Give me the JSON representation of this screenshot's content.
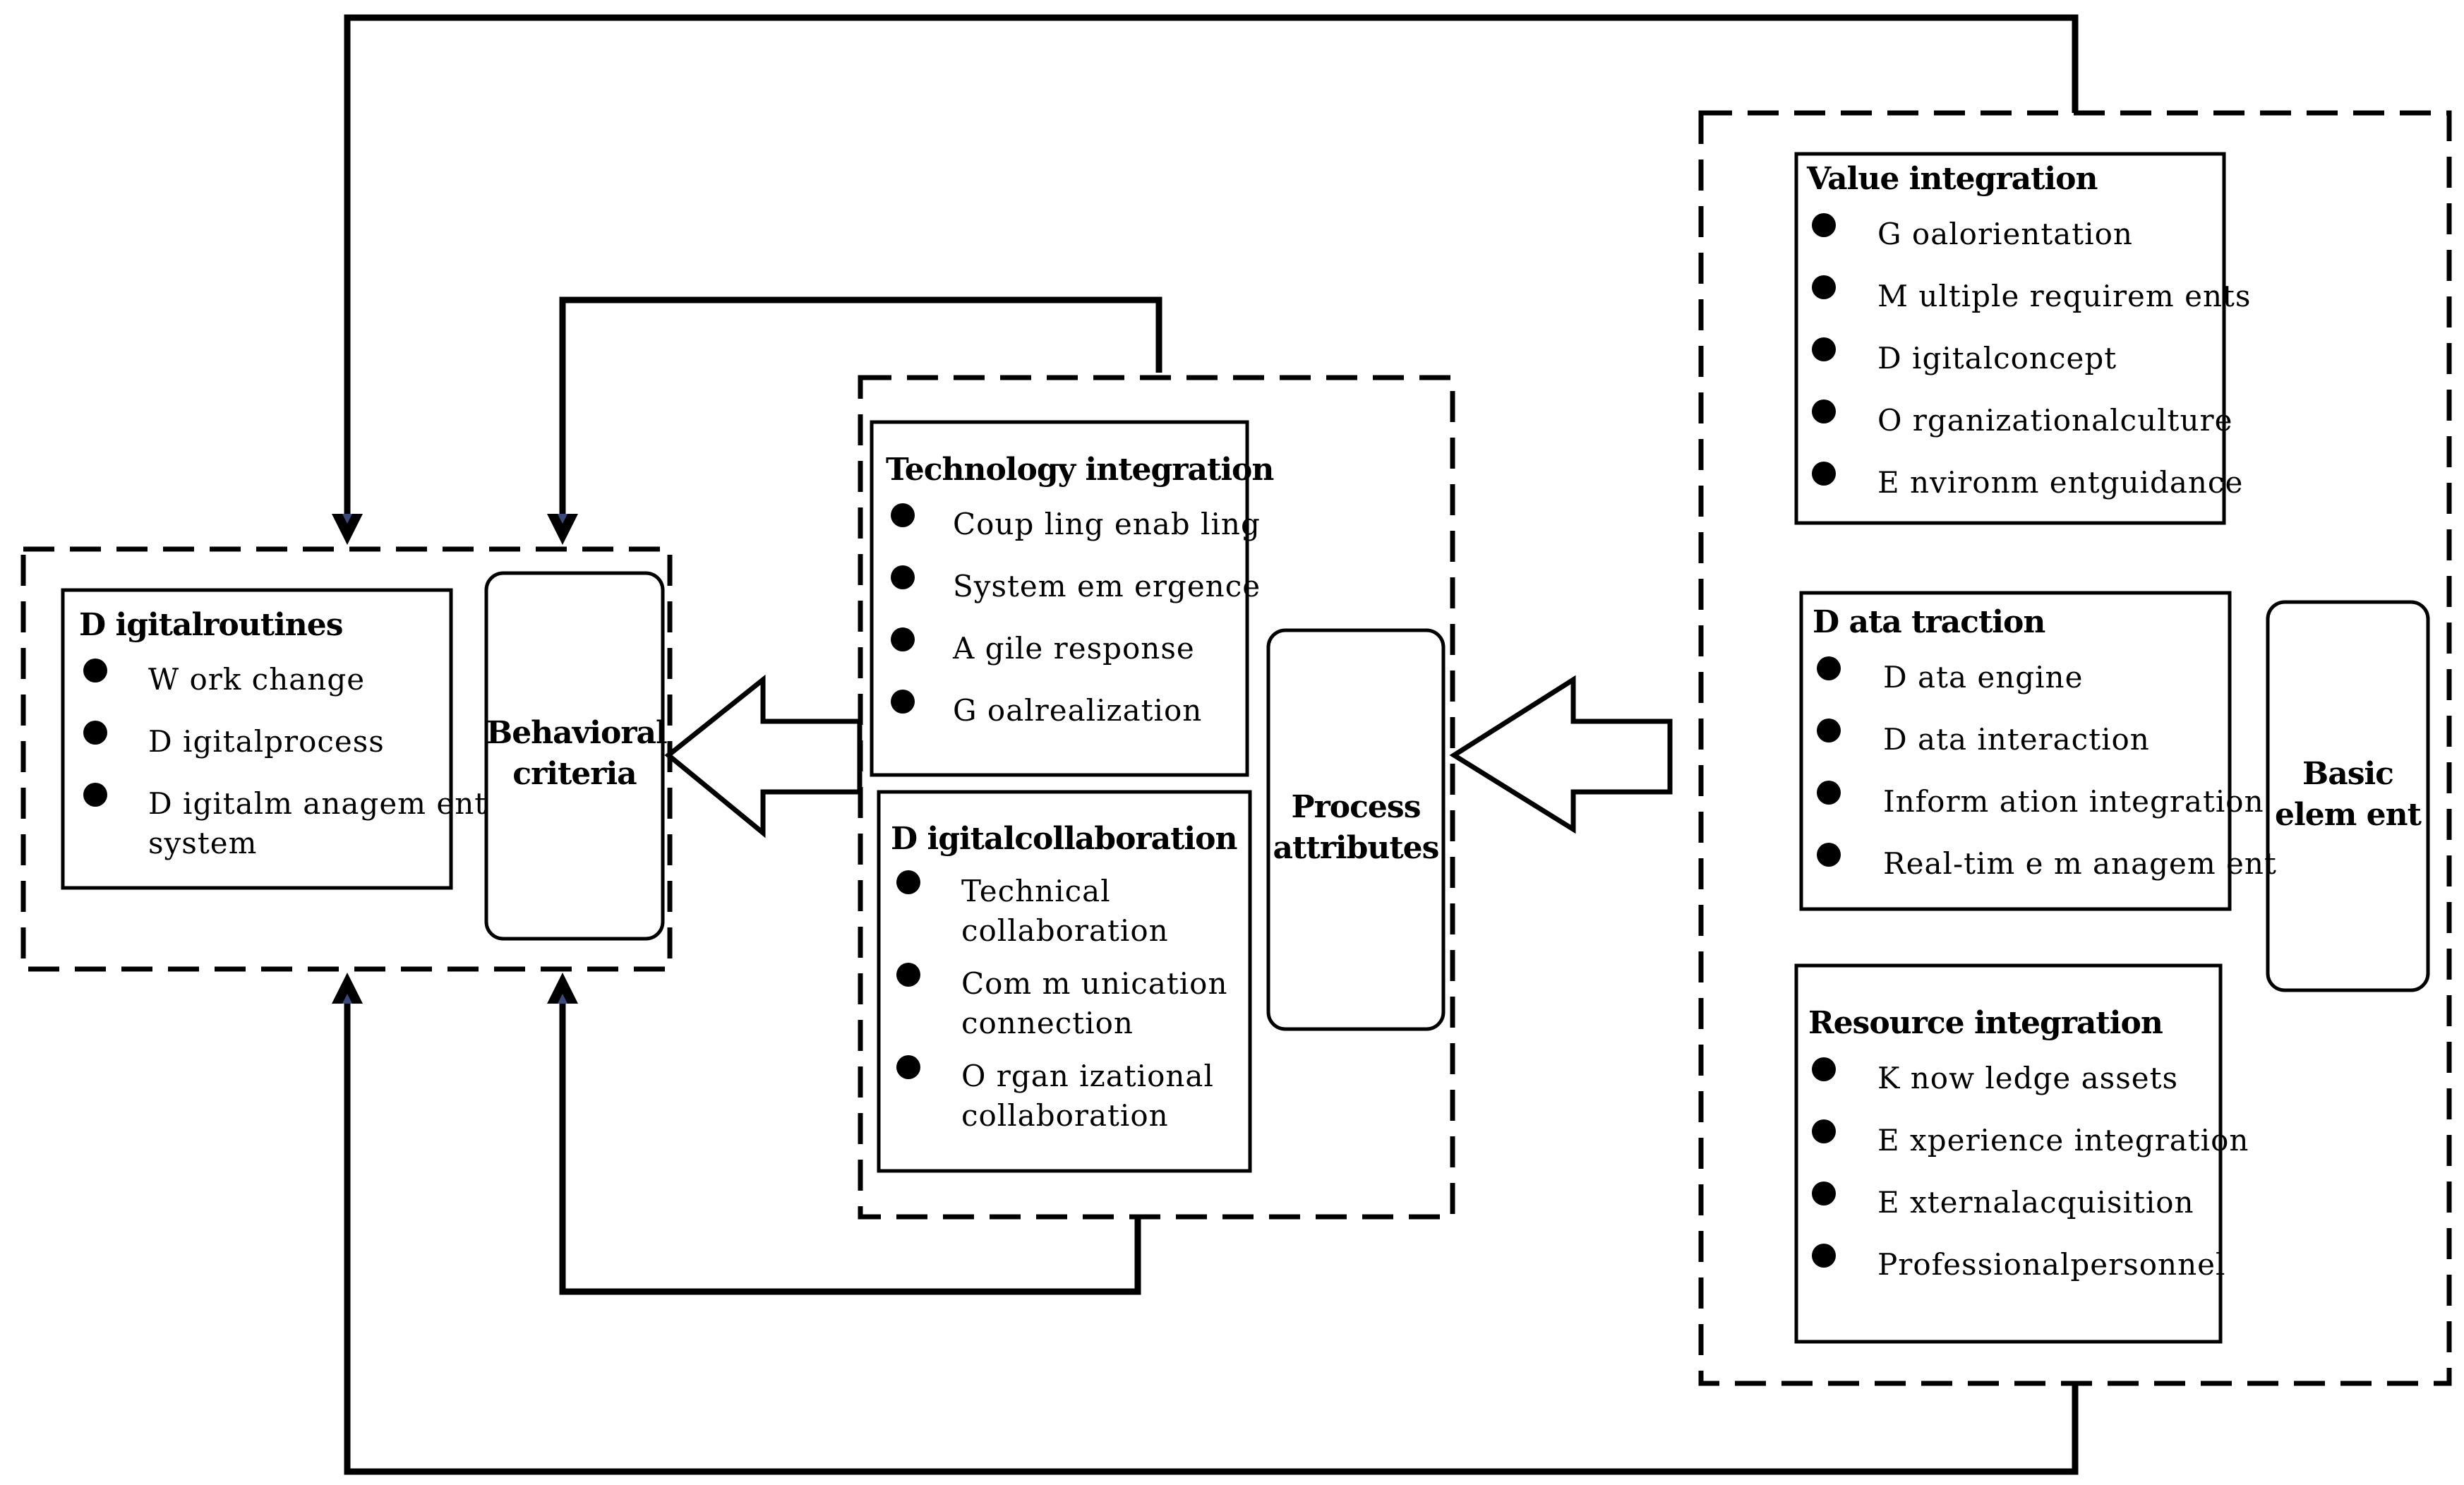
{
  "left_group": {
    "digital_routines": {
      "title": "D igitalroutines",
      "items": [
        "W ork change",
        "D igitalprocess",
        "D igitalm anagem ent",
        "system"
      ]
    },
    "behavioral_criteria": {
      "line1": "Behavioral",
      "line2": "criteria"
    }
  },
  "middle_group": {
    "technology_integration": {
      "title": "Technology integration",
      "items": [
        "Coup ling enab ling",
        "System  em ergence",
        "A gile response",
        "G oalrealization"
      ]
    },
    "digital_collaboration": {
      "title": "D igitalcollaboration",
      "items": [
        {
          "line1": "Technical",
          "line2": "collaboration"
        },
        {
          "line1": "Com m unication",
          "line2": "connection"
        },
        {
          "line1": "O rgan izational",
          "line2": "collaboration"
        }
      ]
    },
    "process_attributes": {
      "line1": "Process",
      "line2": "attributes"
    }
  },
  "right_group": {
    "value_integration": {
      "title": "Value integration",
      "items": [
        "G oalorientation",
        "M ultiple requirem ents",
        "D igitalconcept",
        "O rganizationalculture",
        "E nvironm entguidance"
      ]
    },
    "data_traction": {
      "title": "D ata traction",
      "items": [
        "D ata engine",
        "D ata interaction",
        "Inform ation integration",
        "Real-tim e m anagem ent"
      ]
    },
    "resource_integration": {
      "title": "Resource integration",
      "items": [
        "K now ledge assets",
        "E xperience integration",
        "E xternalacquisition",
        "Professionalpersonnel"
      ]
    },
    "basic_element": {
      "line1": "Basic",
      "line2": "elem ent"
    }
  }
}
